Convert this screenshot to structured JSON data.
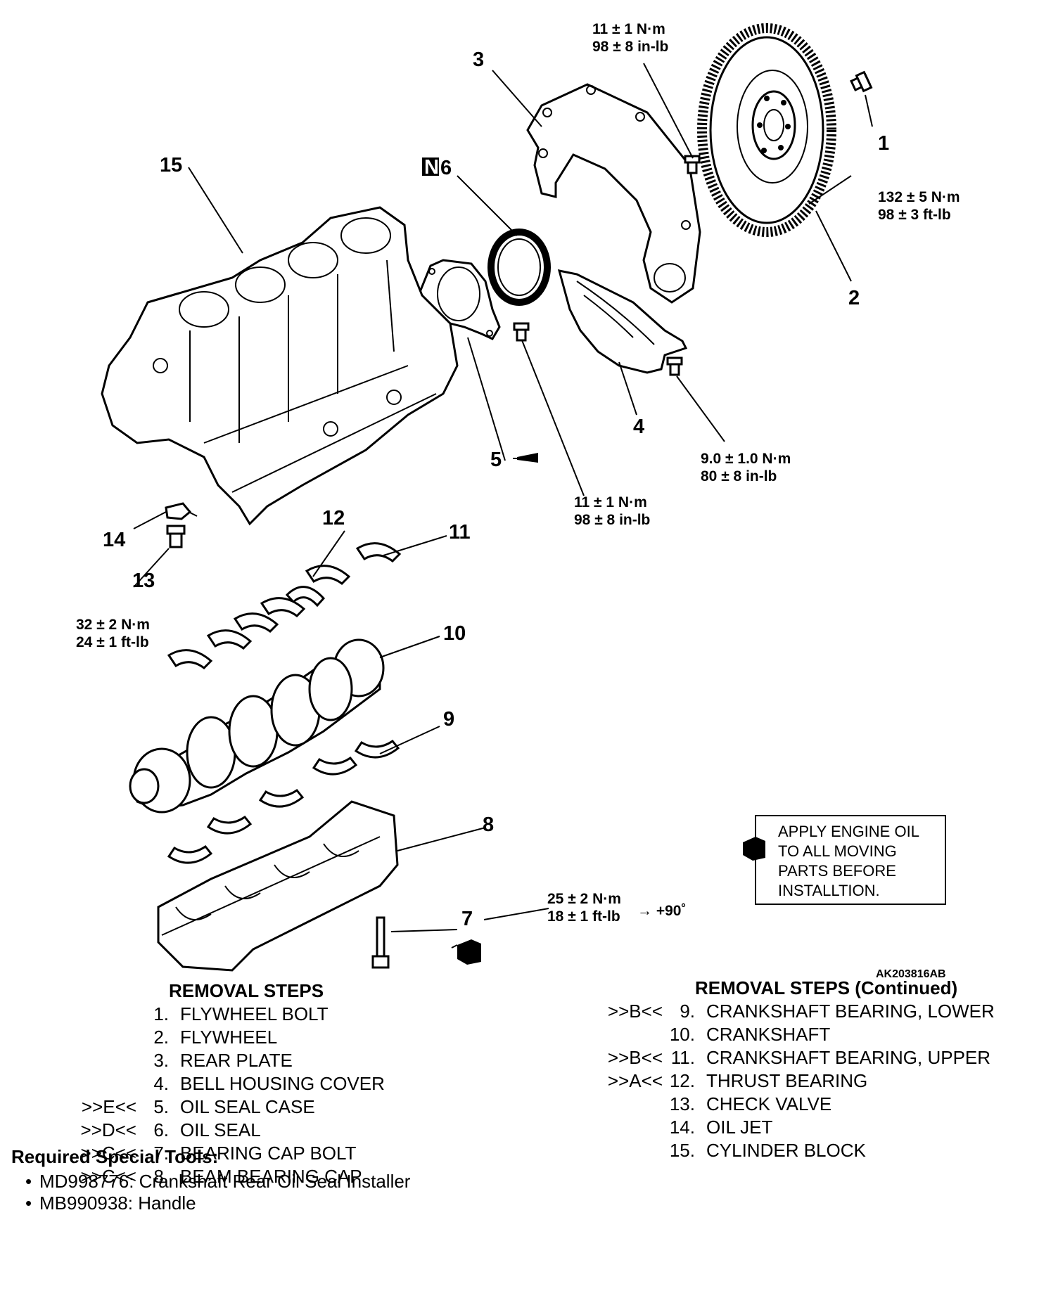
{
  "diagram": {
    "figure_id": "AK203816AB",
    "callouts": {
      "c1": "1",
      "c2": "2",
      "c3": "3",
      "c4": "4",
      "c5": "5",
      "c6": "6",
      "c7": "7",
      "c8": "8",
      "c9": "9",
      "c10": "10",
      "c11": "11",
      "c12": "12",
      "c13": "13",
      "c14": "14",
      "c15": "15",
      "new_part_marker": "N"
    },
    "torques": {
      "t_rear_plate_top": {
        "metric": "11 ± 1 N·m",
        "imperial": "98 ± 8 in-lb"
      },
      "t_flywheel": {
        "metric": "132 ± 5 N·m",
        "imperial": "98 ± 3 ft-lb"
      },
      "t_bell_housing": {
        "metric": "9.0 ± 1.0 N·m",
        "imperial": "80 ± 8 in-lb"
      },
      "t_oil_seal_case": {
        "metric": "11 ± 1 N·m",
        "imperial": "98 ± 8 in-lb"
      },
      "t_check_valve": {
        "metric": "32 ± 2 N·m",
        "imperial": "24 ± 1 ft-lb"
      },
      "t_bearing_cap_bolt": {
        "metric": "25 ± 2 N·m",
        "imperial": "18 ± 1 ft-lb",
        "angle": "→ +90˚"
      }
    },
    "oil_note": {
      "icon": "oil-can-icon",
      "lines": [
        "APPLY ENGINE OIL",
        "TO ALL MOVING",
        "PARTS BEFORE",
        "INSTALLTION."
      ]
    }
  },
  "removal_steps": {
    "heading": "REMOVAL STEPS",
    "items": [
      {
        "code": "",
        "num": "1.",
        "label": "FLYWHEEL BOLT"
      },
      {
        "code": "",
        "num": "2.",
        "label": "FLYWHEEL"
      },
      {
        "code": "",
        "num": "3.",
        "label": "REAR PLATE"
      },
      {
        "code": "",
        "num": "4.",
        "label": "BELL HOUSING COVER"
      },
      {
        "code": ">>E<<",
        "num": "5.",
        "label": "OIL SEAL CASE"
      },
      {
        "code": ">>D<<",
        "num": "6.",
        "label": "OIL SEAL"
      },
      {
        "code": ">>C<<",
        "num": "7.",
        "label": "BEARING CAP BOLT"
      },
      {
        "code": ">>C<<",
        "num": "8.",
        "label": "BEAM BEARING CAP"
      }
    ]
  },
  "removal_steps_continued": {
    "heading": "REMOVAL STEPS (Continued)",
    "items": [
      {
        "code": ">>B<<",
        "num": "9.",
        "label": "CRANKSHAFT BEARING, LOWER"
      },
      {
        "code": "",
        "num": "10.",
        "label": "CRANKSHAFT"
      },
      {
        "code": ">>B<<",
        "num": "11.",
        "label": "CRANKSHAFT BEARING, UPPER"
      },
      {
        "code": ">>A<<",
        "num": "12.",
        "label": "THRUST BEARING"
      },
      {
        "code": "",
        "num": "13.",
        "label": "CHECK VALVE"
      },
      {
        "code": "",
        "num": "14.",
        "label": "OIL JET"
      },
      {
        "code": "",
        "num": "15.",
        "label": "CYLINDER BLOCK"
      }
    ]
  },
  "special_tools": {
    "title": "Required Special Tools:",
    "items": [
      "MD998776: Crankshaft Rear Oil Seal Installer",
      "MB990938: Handle"
    ]
  }
}
